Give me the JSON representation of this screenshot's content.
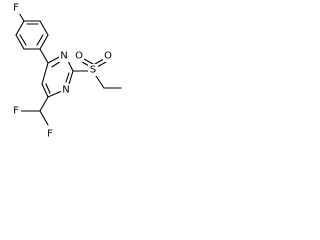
{
  "molecule": {
    "atoms": {
      "fluoro_aryl": "F",
      "n_upper": "N",
      "n_lower": "N",
      "sulfur": "S",
      "oxygen_left": "O",
      "oxygen_right": "O",
      "fluoro_cf2_left": "F",
      "fluoro_cf2_right": "F"
    },
    "colors": {
      "bond": "#000000",
      "label": "#000000",
      "background": "#ffffff"
    }
  }
}
